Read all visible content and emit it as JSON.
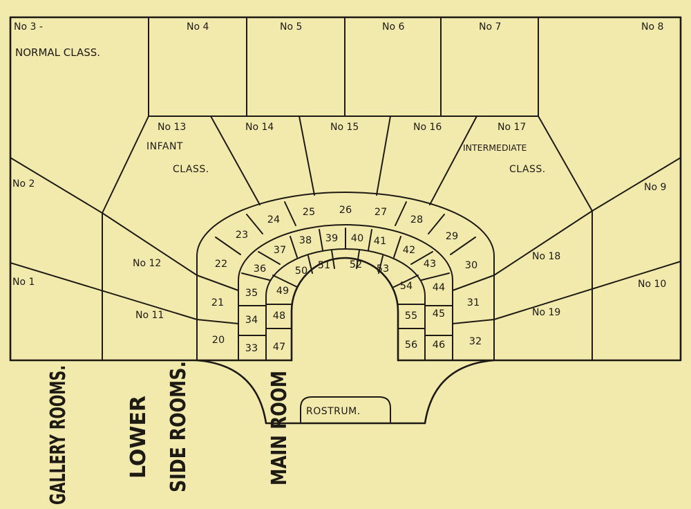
{
  "rooms": {
    "no1": "No 1",
    "no2": "No 2",
    "no3": "No 3 -",
    "no4": "No 4",
    "no5": "No 5",
    "no6": "No 6",
    "no7": "No 7",
    "no8": "No 8",
    "no9": "No 9",
    "no10": "No 10",
    "no11": "No 11",
    "no12": "No 12",
    "no13": "No 13",
    "no14": "No 14",
    "no15": "No 15",
    "no16": "No 16",
    "no17": "No 17",
    "no18": "No 18",
    "no19": "No 19"
  },
  "captions": {
    "normal_class": "NORMAL CLASS.",
    "infant": "INFANT",
    "infant_class": "CLASS.",
    "intermediate": "INTERMEDIATE",
    "intermediate_class": "CLASS.",
    "rostrum": "ROSTRUM."
  },
  "vertical_labels": {
    "gallery_rooms": "GALLERY ROOMS.",
    "lower": "LOWER",
    "side_rooms": "SIDE ROOMS.",
    "main_room": "MAIN ROOM"
  },
  "seats": [
    "20",
    "21",
    "22",
    "23",
    "24",
    "25",
    "26",
    "27",
    "28",
    "29",
    "30",
    "31",
    "32",
    "33",
    "34",
    "35",
    "36",
    "37",
    "38",
    "39",
    "40",
    "41",
    "42",
    "43",
    "44",
    "45",
    "46",
    "47",
    "48",
    "49",
    "50",
    "51",
    "52",
    "53",
    "54",
    "55",
    "56"
  ]
}
